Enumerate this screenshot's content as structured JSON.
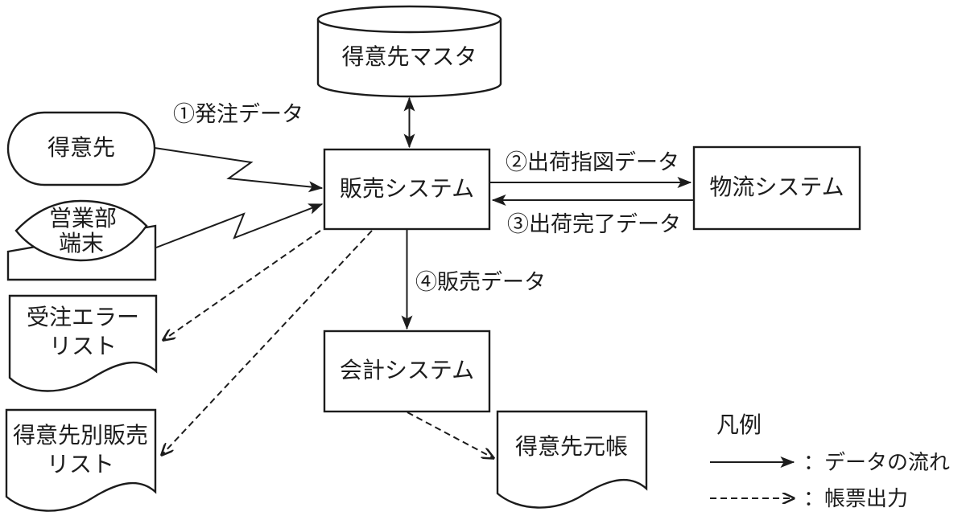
{
  "diagram": {
    "nodes": {
      "customer_master": "得意先マスタ",
      "customer": "得意先",
      "terminal_line1": "営業部",
      "terminal_line2": "端末",
      "sales_system": "販売システム",
      "logistics_system": "物流システム",
      "accounting_system": "会計システム",
      "order_error_list_line1": "受注エラー",
      "order_error_list_line2": "リスト",
      "customer_sales_list_line1": "得意先別販売",
      "customer_sales_list_line2": "リスト",
      "customer_ledger": "得意先元帳"
    },
    "flows": {
      "order_data": "①発注データ",
      "shipping_instruction": "②出荷指図データ",
      "shipping_complete": "③出荷完了データ",
      "sales_data": "④販売データ"
    },
    "legend": {
      "title": "凡例",
      "solid_flow": "：データの流れ",
      "report_output": "：帳票出力"
    },
    "colors": {
      "line": "#1c1c1c",
      "background": "#ffffff"
    }
  }
}
